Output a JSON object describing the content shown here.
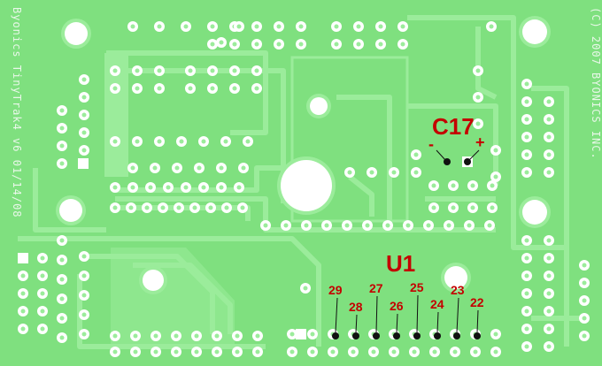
{
  "board": {
    "silk_left": "Byonics TinyTrak4 v6 01/14/08",
    "silk_right": "(C) 2007 BYONICS INC."
  },
  "labels": {
    "c17": "C17",
    "minus": "-",
    "plus": "+",
    "u1": "U1"
  },
  "pins": [
    "29",
    "28",
    "27",
    "26",
    "25",
    "24",
    "23",
    "22"
  ],
  "colors": {
    "board": "#7fe07f",
    "trace": "#9bec9b",
    "pad": "#ffffff",
    "marker": "#111111",
    "annotation": "#c40000"
  }
}
